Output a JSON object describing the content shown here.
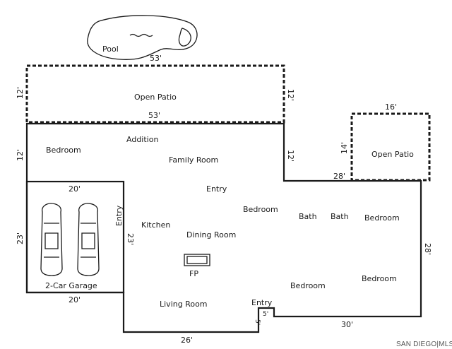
{
  "rooms": {
    "pool": "Pool",
    "open_patio_top": "Open Patio",
    "open_patio_right": "Open Patio",
    "bedroom_1": "Bedroom",
    "addition": "Addition",
    "family_room": "Family Room",
    "entry_center": "Entry",
    "kitchen": "Kitchen",
    "dining_room": "Dining Room",
    "fireplace": "FP",
    "bedroom_2": "Bedroom",
    "bath_1": "Bath",
    "bath_2": "Bath",
    "bedroom_3": "Bedroom",
    "bedroom_4": "Bedroom",
    "bedroom_5": "Bedroom",
    "living_room": "Living Room",
    "entry_bottom": "Entry",
    "garage_entry": "Entry",
    "garage": "2-Car Garage"
  },
  "dimensions": {
    "pool_width": "53'",
    "patio_left": "12'",
    "patio_right": "12'",
    "patio_bottom": "53'",
    "addition_left": "12'",
    "addition_right": "12'",
    "right_patio_top": "16'",
    "right_patio_left": "14'",
    "right_patio_bottom": "28'",
    "garage_top": "20'",
    "garage_left": "23'",
    "garage_right": "23'",
    "garage_bottom": "20'",
    "right_wall": "28'",
    "bottom_left": "26'",
    "bottom_right": "30'",
    "entry_step_a": "5'",
    "entry_step_b": "5'"
  },
  "watermark": "SAN DIEGO|MLS"
}
